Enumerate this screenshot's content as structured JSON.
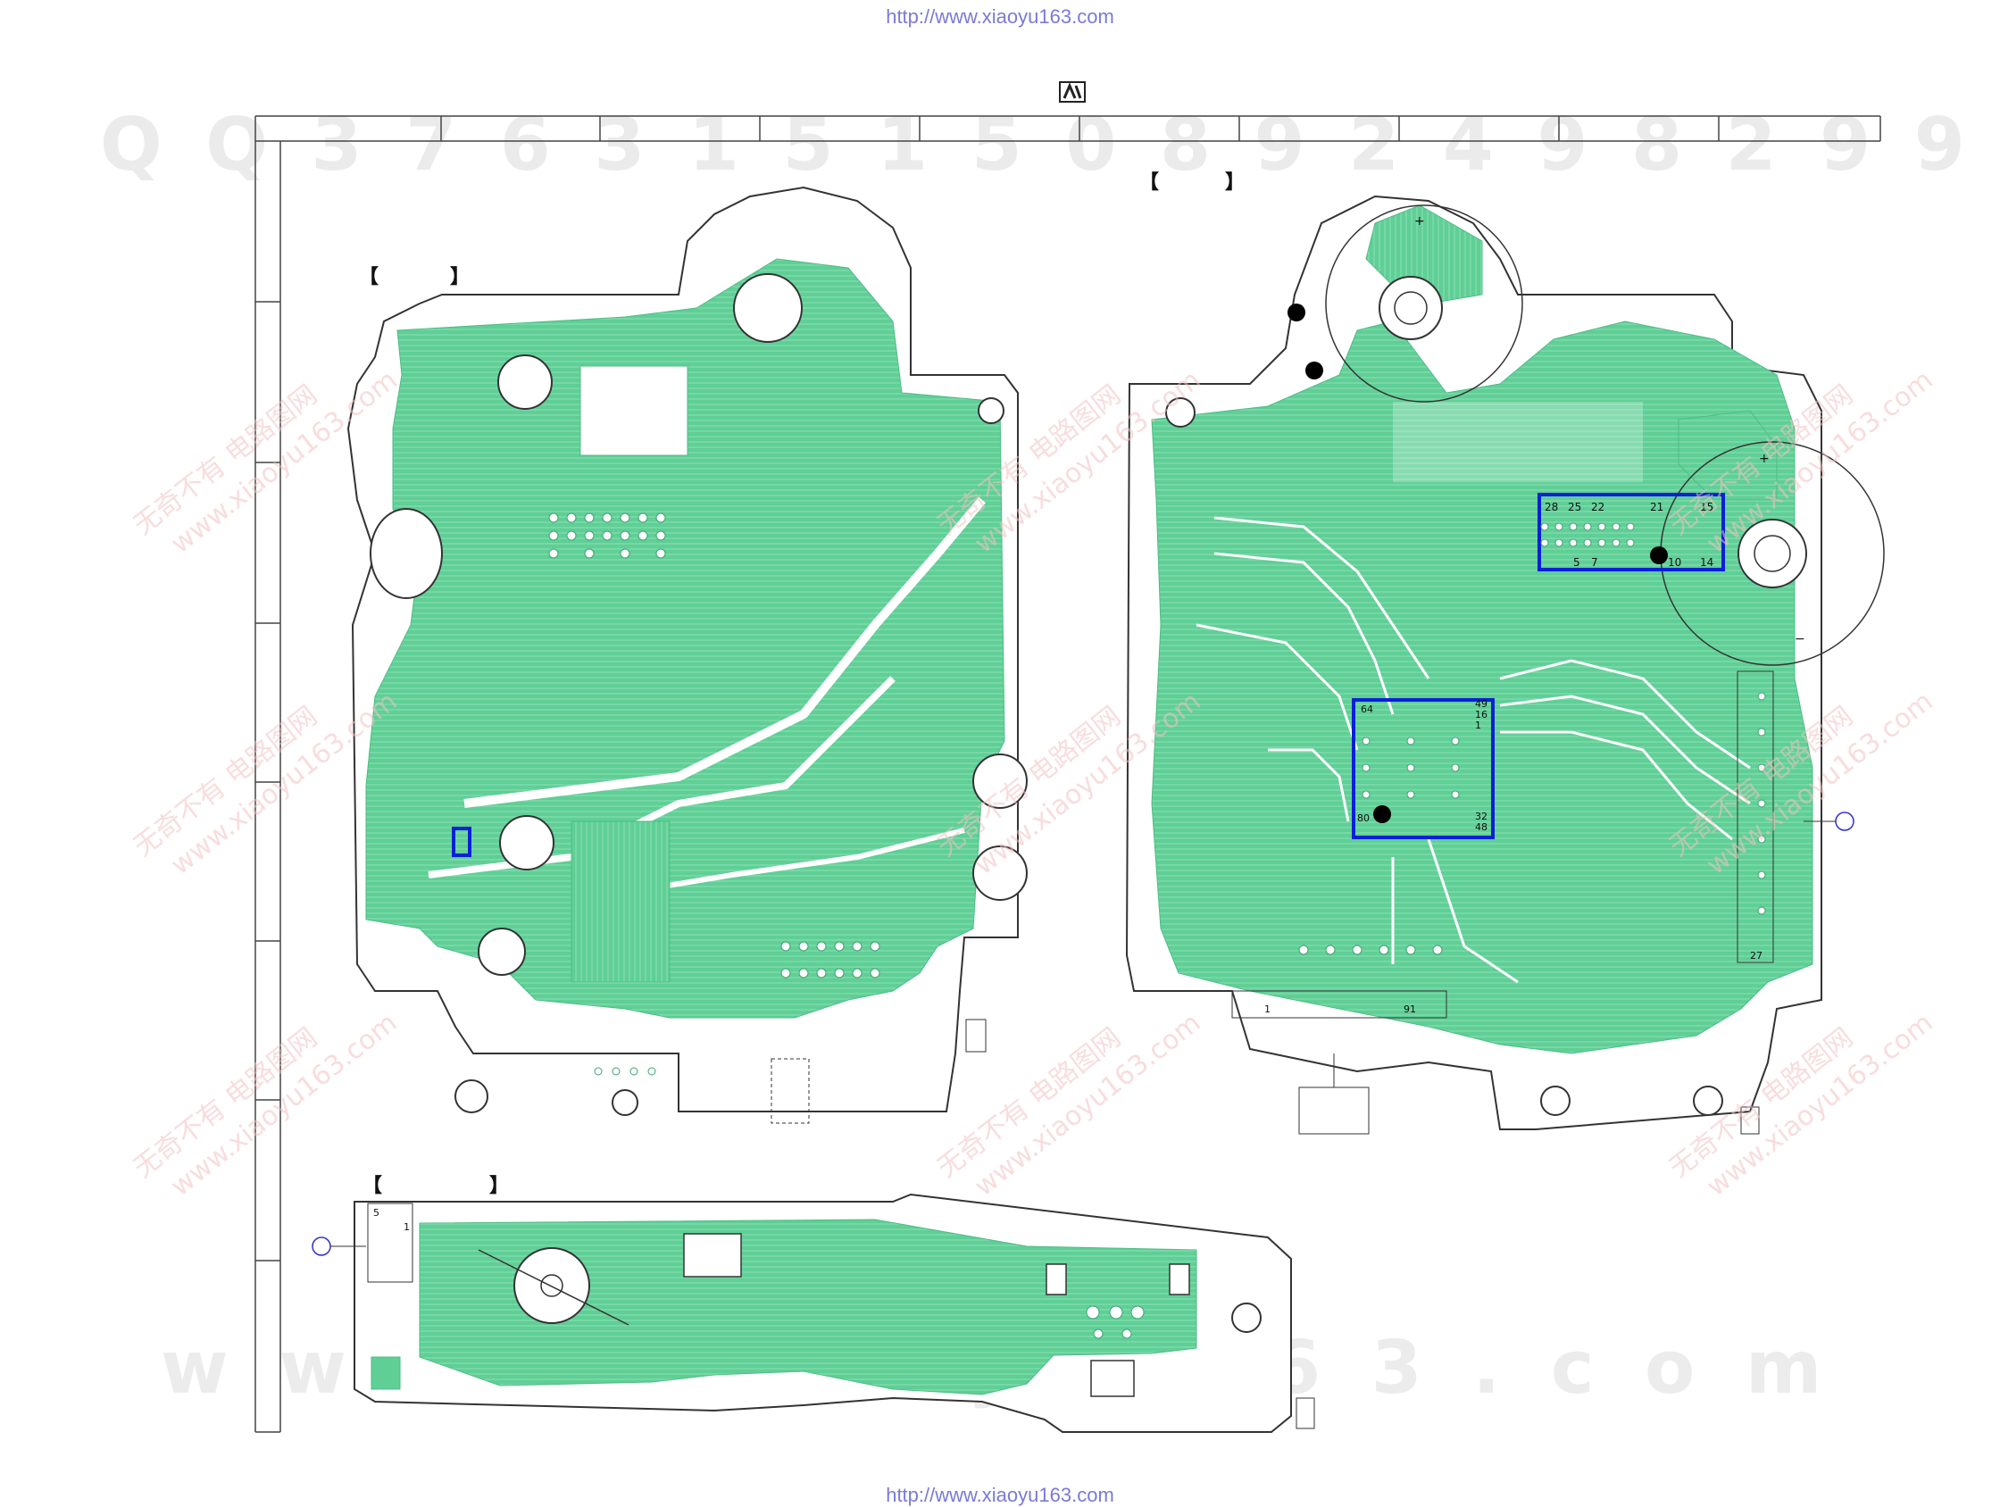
{
  "header": {
    "source_url_top": "http://www.xiaoyu163.com",
    "source_url_bottom": "http://www.xiaoyu163.com"
  },
  "watermark": {
    "qq_line": "Q Q 3 7 6 3 1 5 1 5 0   8 9 2 4 9 8 2 9 9",
    "www_line": "w w w . x i a o y u 1 6 3 . c o m",
    "stamp_text_cn": "无奇不有",
    "stamp_text_cn2": "电路图网",
    "stamp_text_url": "www.xiaoyu163.com"
  },
  "labels": {
    "ic_left_pin_28": "28",
    "ic_left_pin_25": "25",
    "ic_left_pin_22": "22",
    "ic_left_pin_21": "21",
    "ic_left_pin_15": "15",
    "ic_left_pin_5": "5",
    "ic_left_pin_7": "7",
    "ic_left_pin_10": "10",
    "ic_left_pin_14": "14",
    "qfp_pin_64": "64",
    "qfp_pin_49": "49",
    "qfp_pin_16": "16",
    "qfp_pin_1": "1",
    "qfp_pin_80": "80",
    "qfp_pin_32": "32",
    "qfp_pin_48": "48",
    "connector_pin_1": "1",
    "connector_pin_91": "91",
    "connector_pin_27": "27",
    "flex_pin_5": "5",
    "flex_pin_1": "1",
    "cap_plus": "+",
    "cap_minus": "−"
  },
  "colors": {
    "copper": "#5fcf96",
    "outline": "#333333",
    "highlight": "#0a1fd8",
    "watermark": "#e8e8e8",
    "pad": "#ffffff"
  }
}
